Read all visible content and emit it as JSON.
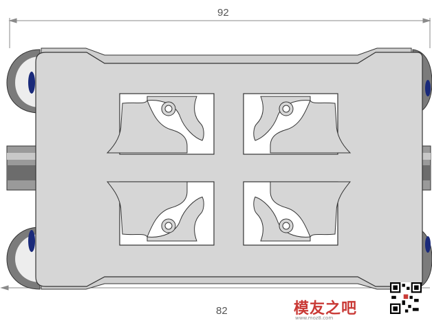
{
  "dimensions": {
    "overall_width": "92",
    "plate_width": "82"
  },
  "watermark": {
    "brand": "模友之吧",
    "url": "www.moz8.com"
  },
  "colors": {
    "plate": "#d6d6d6",
    "outline": "#333333",
    "dim_line": "#8a8a8a",
    "roller_dark": "#5a5a5a",
    "accent_blue": "#1a2a7a",
    "watermark_red": "#c93a36"
  }
}
